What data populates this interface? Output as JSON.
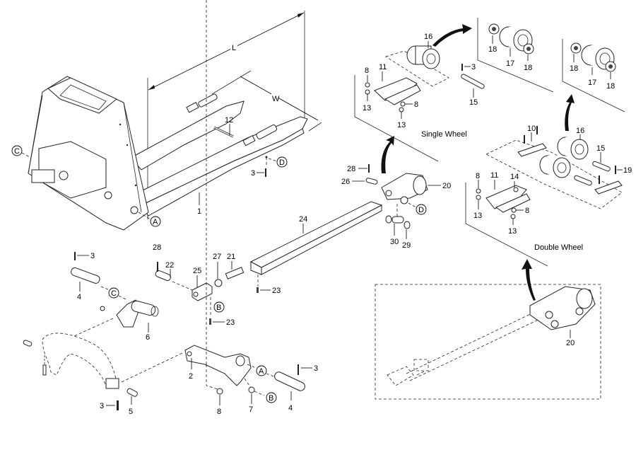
{
  "diagram": {
    "title": "Pallet truck frame and fork linkage exploded view",
    "dimensions": {
      "length_label": "L",
      "width_label": "W"
    },
    "captions": {
      "single_wheel": "Single Wheel",
      "double_wheel": "Double Wheel"
    },
    "reference_markers": [
      "A",
      "B",
      "C",
      "D"
    ],
    "callouts": {
      "frame": "1",
      "lever_arm": "2",
      "pin_3": "3",
      "pin_4": "4",
      "pin_5": "5",
      "axle_bushing": "6",
      "nut_7": "7",
      "bushing_8": "8",
      "plate_10": "10",
      "link_11": "11",
      "pin_12": "12",
      "bushing_13": "13",
      "spacer_14": "14",
      "axle_15": "15",
      "wheel_16": "16",
      "wheel_body_17": "17",
      "bearing_18": "18",
      "pin_19": "19",
      "roller_assembly": "20",
      "adjusting_screw": "21",
      "pin_22": "22",
      "set_screw": "23",
      "push_rod": "24",
      "clevis": "25",
      "pin_26": "26",
      "nut_27": "27",
      "roll_pin_28": "28",
      "washer_29": "29",
      "bushing_30": "30"
    }
  }
}
